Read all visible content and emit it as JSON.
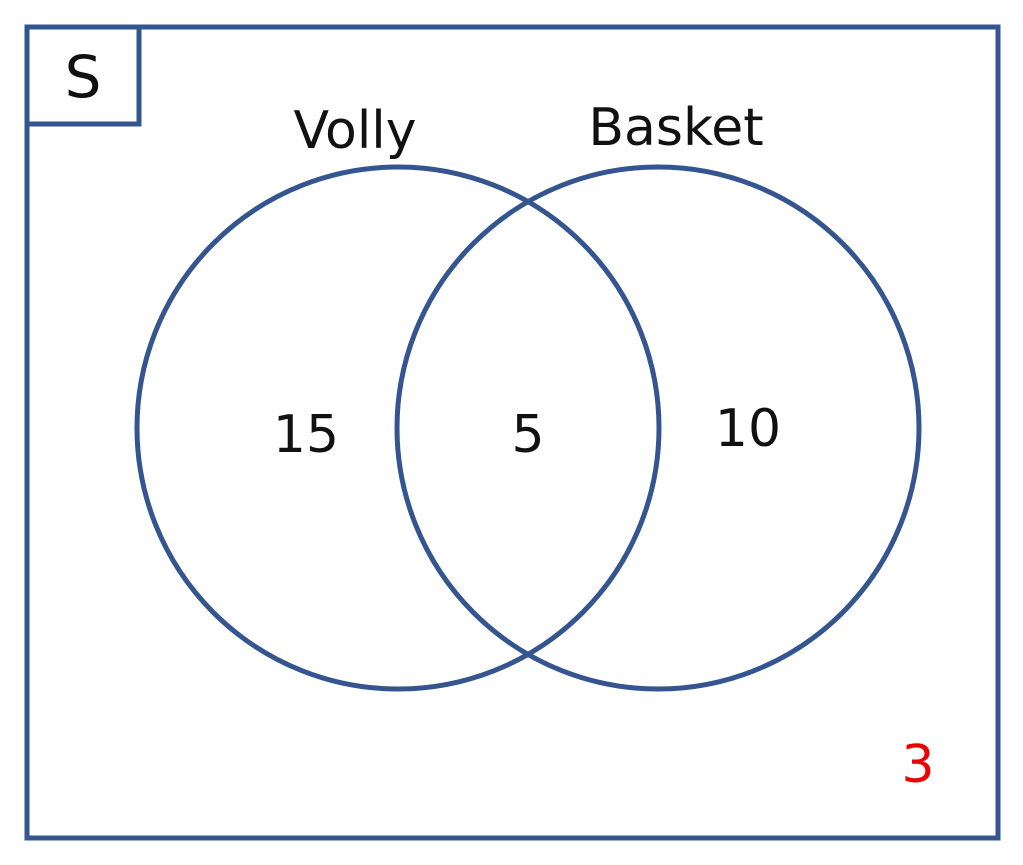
{
  "universe_label": "S",
  "sets": [
    {
      "name": "Volly",
      "only_count": "15"
    },
    {
      "name": "Basket",
      "only_count": "10"
    }
  ],
  "intersection_count": "5",
  "outside_count": "3",
  "colors": {
    "outline": "#34558f",
    "text": "#111111",
    "outside_count": "#ee0000",
    "background": "#ffffff"
  }
}
